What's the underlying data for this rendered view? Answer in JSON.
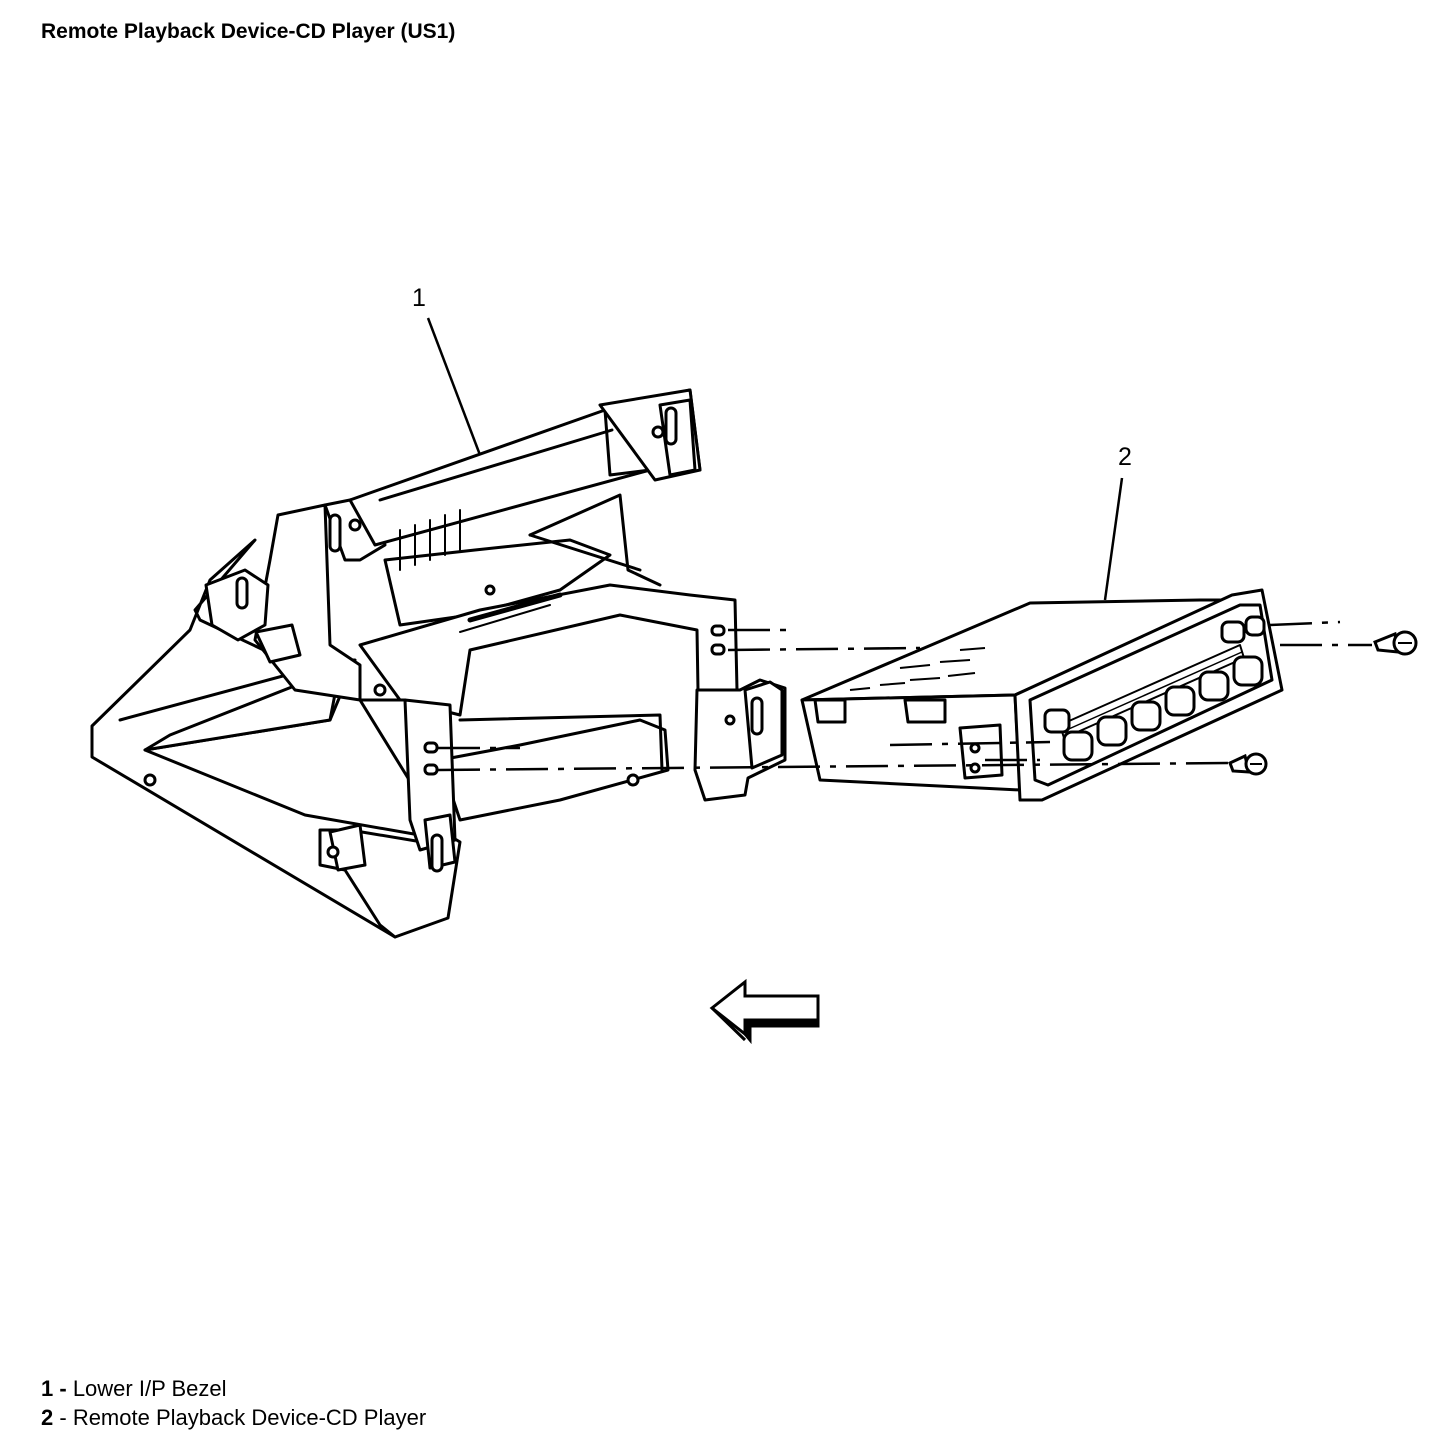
{
  "title": "Remote Playback Device-CD Player (US1)",
  "callouts": [
    {
      "number": "1"
    },
    {
      "number": "2"
    }
  ],
  "legend": [
    {
      "number": "1",
      "sep": " - ",
      "text": "Lower I/P Bezel"
    },
    {
      "number": "2",
      "sep": " - ",
      "text": "Remote Playback Device-CD Player"
    }
  ],
  "icons": {
    "direction": "arrow-left-icon (forward direction indicator)",
    "fastener": "screw-icon"
  }
}
